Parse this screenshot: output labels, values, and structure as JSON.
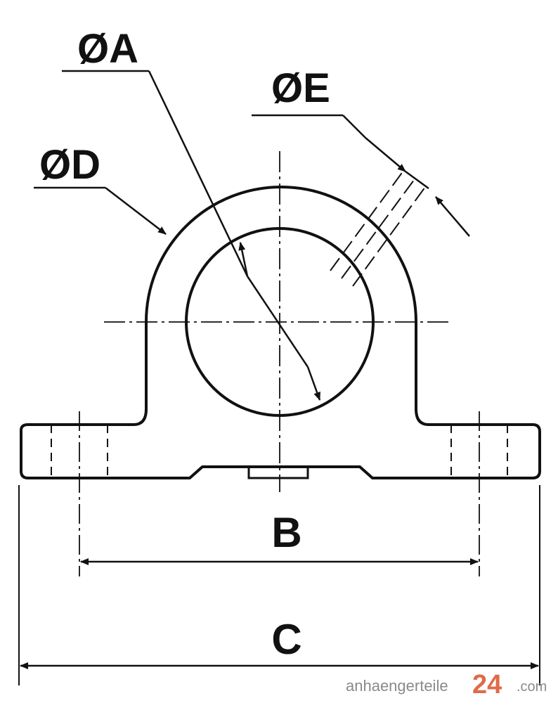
{
  "labels": {
    "bore_diameter": "ØA",
    "housing_diameter": "ØD",
    "bolt_hole_diameter": "ØE",
    "bolt_spacing": "B",
    "overall_length": "C"
  },
  "watermark": {
    "prefix": "anhaengerteile",
    "number": "24",
    "suffix": ".com"
  },
  "colors": {
    "line": "#111111",
    "watermark_gray": "#8a8a8a",
    "watermark_accent": "#e06a4a"
  }
}
